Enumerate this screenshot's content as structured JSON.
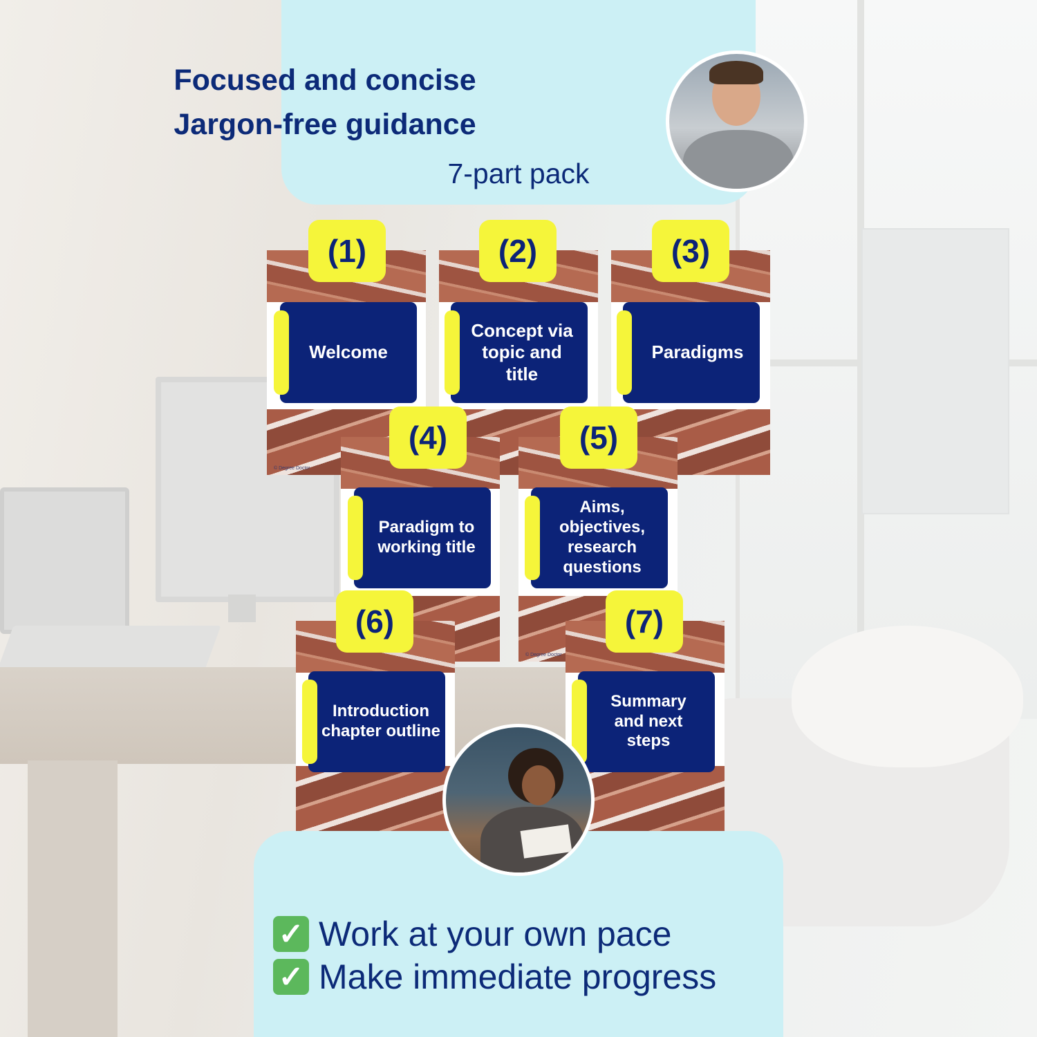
{
  "header": {
    "line1": "Focused and concise",
    "line2": "Jargon-free guidance",
    "subtitle": "7-part pack"
  },
  "slides": [
    {
      "number": "(1)",
      "title": "Welcome",
      "footer": "© Degree Doctor"
    },
    {
      "number": "(2)",
      "title": "Concept via topic and title",
      "footer": ""
    },
    {
      "number": "(3)",
      "title": "Paradigms",
      "footer": ""
    },
    {
      "number": "(4)",
      "title": "Paradigm to working title",
      "footer": ""
    },
    {
      "number": "(5)",
      "title": "Aims, objectives, research questions",
      "footer": "© Degree Doctor"
    },
    {
      "number": "(6)",
      "title": "Introduction chapter outline",
      "footer": ""
    },
    {
      "number": "(7)",
      "title": "Summary and next steps",
      "footer": ""
    }
  ],
  "benefits": [
    {
      "icon": "check-mark-icon",
      "text": "Work at your own pace"
    },
    {
      "icon": "check-mark-icon",
      "text": "Make immediate progress"
    }
  ],
  "colors": {
    "navy": "#0c2378",
    "yellow": "#f5f53a",
    "card_bg": "#ccf0f5",
    "check_green": "#5cb85c"
  }
}
